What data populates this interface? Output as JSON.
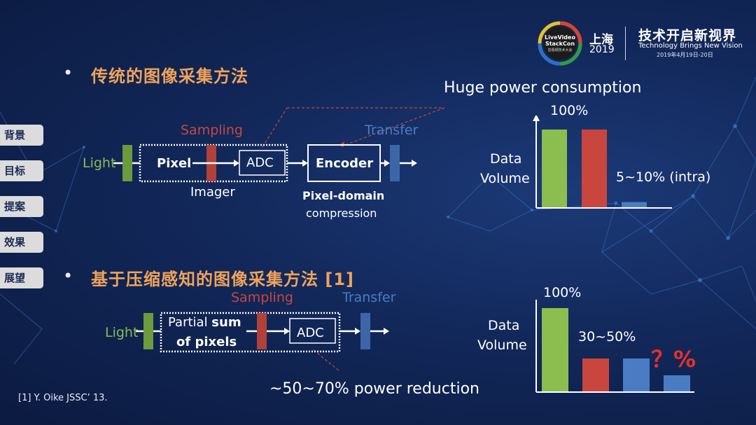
{
  "header": {
    "logo_text": [
      "LiveVideo",
      "StackCon",
      "音视频技术大会"
    ],
    "city": "上海",
    "year": "2019",
    "slogan": "技术开启新视界",
    "slogan_en": "Technology Brings New Vision",
    "date": "2019年4月19日-20日"
  },
  "sidebar": {
    "items": [
      "背景",
      "目标",
      "提案",
      "效果",
      "展望"
    ]
  },
  "section1": {
    "heading": "传统的图像采集方法",
    "light": "Light",
    "sampling": "Sampling",
    "transfer": "Transfer",
    "pixel": "Pixel",
    "adc": "ADC",
    "encoder": "Encoder",
    "imager": "Imager",
    "compression_bold": "Pixel-domain",
    "compression": "compression",
    "callout": "Huge power consumption",
    "chart": {
      "ylabel_line1": "Data",
      "ylabel_line2": "Volume",
      "label_100": "100%",
      "label_intra": "5~10%  (intra)"
    }
  },
  "section2": {
    "heading": "基于压缩感知的图像采集方法 [1]",
    "light": "Light",
    "sampling": "Sampling",
    "transfer": "Transfer",
    "partial_line1_a": "Partial ",
    "partial_line1_b": "sum",
    "partial_line2": "of pixels",
    "adc": "ADC",
    "callout": "~50~70% power reduction",
    "chart": {
      "ylabel_line1": "Data",
      "ylabel_line2": "Volume",
      "label_100": "100%",
      "label_mid": "30~50%",
      "label_q": "？%"
    }
  },
  "footnote": "[1] Y. Oike JSSC’ 13.",
  "chart_data": [
    {
      "type": "bar",
      "categories": [
        "",
        "",
        ""
      ],
      "values": [
        100,
        100,
        7.5
      ],
      "colors": [
        "#8bbd4f",
        "#c9463f",
        "#4a7cc4"
      ],
      "ylabel": "Data Volume",
      "ylim": [
        0,
        100
      ]
    },
    {
      "type": "bar",
      "categories": [
        "",
        "",
        "",
        ""
      ],
      "values": [
        100,
        40,
        40,
        20
      ],
      "colors": [
        "#8bbd4f",
        "#c9463f",
        "#4a7cc4",
        "#4a7cc4"
      ],
      "ylabel": "Data Volume",
      "ylim": [
        0,
        100
      ]
    }
  ],
  "colors": {
    "heading": "#f0a35a",
    "light_green": "#8bbd4f",
    "sampling_red": "#c9463f",
    "transfer_blue": "#4a7cc4",
    "question": "#e8302a"
  }
}
